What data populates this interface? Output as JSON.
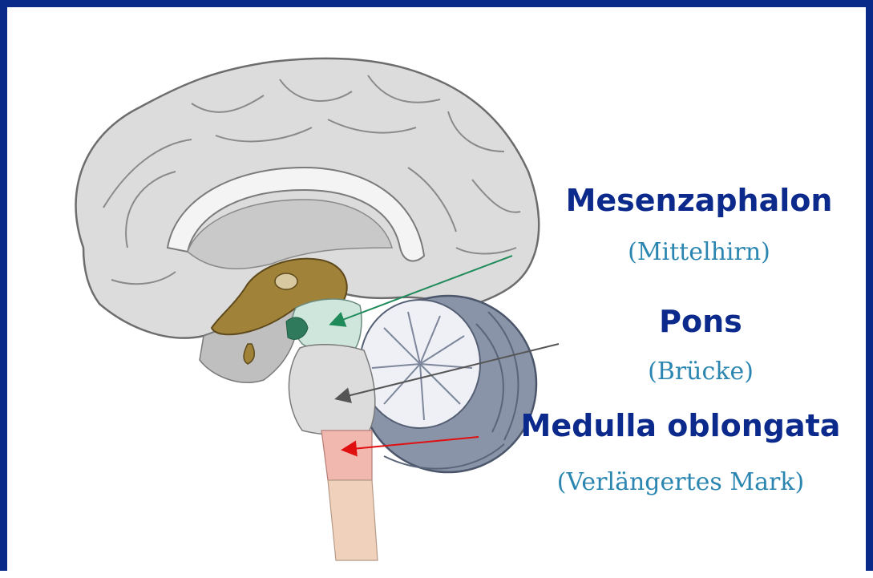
{
  "labels": [
    {
      "key": "mesencephalon",
      "title": "Mesenzaphalon",
      "subtitle": "(Mittelhirn)",
      "arrow_color": "#1f8a5a"
    },
    {
      "key": "pons",
      "title": "Pons",
      "subtitle": "(Brücke)",
      "arrow_color": "#555555"
    },
    {
      "key": "medulla",
      "title": "Medulla oblongata",
      "subtitle": "(Verlängertes Mark)",
      "arrow_color": "#e01010"
    }
  ],
  "colors": {
    "frame": "#0a2a8a",
    "title_text": "#0b2a8c",
    "subtitle_text": "#2a86b0",
    "cerebrum": "#d9d9d9",
    "midbrain": "#cfe6dc",
    "pons": "#dcdcdc",
    "medulla": "#f1b8b0",
    "cerebellum": "#8a94a8",
    "diencephalon": "#a08238"
  }
}
